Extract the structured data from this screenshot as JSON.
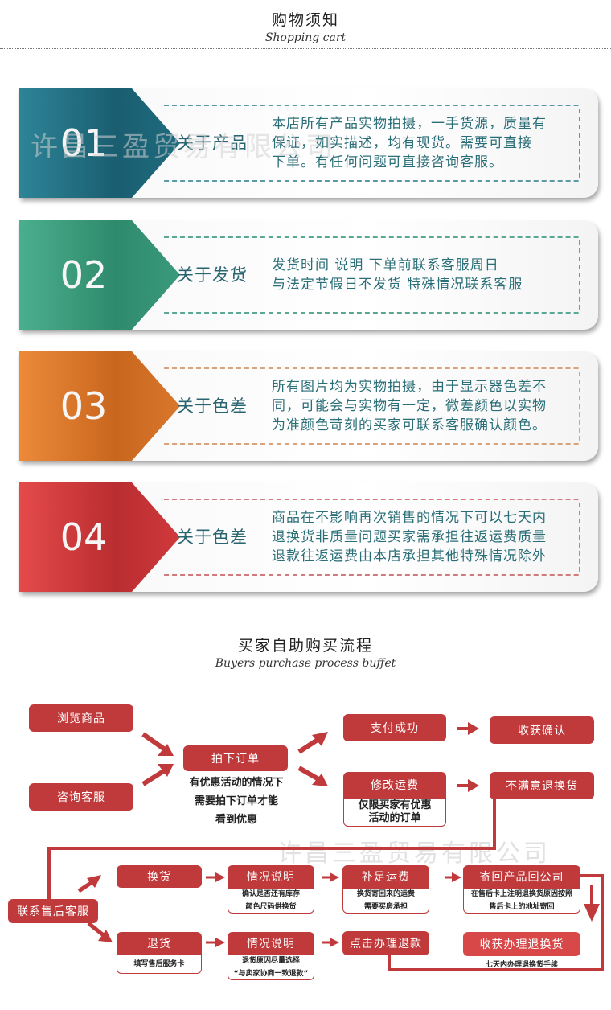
{
  "shopping_notice": {
    "title_cn": "购物须知",
    "title_en": "Shopping cart",
    "cards": [
      {
        "number": "01",
        "topic": "关于产品",
        "color": "#1f6b7e",
        "dash_color": "#5a9aa6",
        "lines": [
          "本店所有产品实物拍摄，一手货源，质量有",
          "保证，如实描述，均有现货。需要可直接",
          "下单。有任何问题可直接咨询客服。"
        ]
      },
      {
        "number": "02",
        "topic": "关于发货",
        "color": "#3a9a7c",
        "dash_color": "#5aa894",
        "lines": [
          "发货时间 说明 下单前联系客服周日",
          "与法定节假日不发货 特殊情况联系客服"
        ]
      },
      {
        "number": "03",
        "topic": "关于色差",
        "color": "#d9772c",
        "dash_color": "#d9a27a",
        "lines": [
          "所有图片均为实物拍摄，由于显示器色差不",
          "同，可能会与实物有一定，微差颜色以实物",
          "为准颜色苛刻的买家可联系客服确认颜色。"
        ]
      },
      {
        "number": "04",
        "topic": "关于色差",
        "color": "#d0393c",
        "dash_color": "#d07a7c",
        "lines": [
          "商品在不影响再次销售的情况下可以七天内",
          "退换货非质量问题买家需承担往返运费质量",
          "退款往返运费由本店承担其他特殊情况除外"
        ]
      }
    ]
  },
  "watermark": {
    "text": "许昌三盈贸易有限公司"
  },
  "process": {
    "title_cn": "买家自助购买流程",
    "title_en": "Buyers purchase process buffet",
    "steps": {
      "browse": "浏览商品",
      "consult": "咨询客服",
      "place_order": "拍下订单",
      "place_order_note": [
        "有优惠活动的情况下",
        "需要拍下订单才能",
        "看到优惠"
      ],
      "pay_success": "支付成功",
      "confirm_receipt": "收获确认",
      "modify_freight": "修改运费",
      "modify_freight_note": [
        "仅限买家有优惠",
        "活动的订单"
      ],
      "unsatisfied_return": "不满意退换货",
      "contact_aftersales": "联系售后客服",
      "exchange": "换货",
      "exchange_explain": "情况说明",
      "exchange_explain_note": [
        "确认是否还有库存",
        "颜色尺码供换货"
      ],
      "pay_freight": "补足运费",
      "pay_freight_note": [
        "换货寄回来的运费",
        "需要买房承担"
      ],
      "send_back": "寄回产品回公司",
      "send_back_note": [
        "在售后卡上注明退换货原因按照",
        "售后卡上的地址寄回"
      ],
      "return": "退货",
      "return_note": [
        "填写售后服务卡"
      ],
      "return_explain": "情况说明",
      "return_explain_note": [
        "退货原因尽量选择",
        "“与卖家协商一致退款”"
      ],
      "click_refund": "点击办理退款",
      "receive_process": "收获办理退换货",
      "receive_process_note": "七天内办理退换货手续"
    }
  }
}
